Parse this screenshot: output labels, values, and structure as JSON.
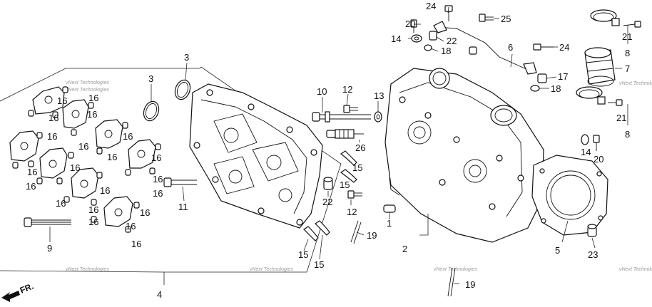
{
  "diagram": {
    "callouts": [
      {
        "id": "c24a",
        "label": "24"
      },
      {
        "id": "c25",
        "label": "25"
      },
      {
        "id": "c20a",
        "label": "20"
      },
      {
        "id": "c14a",
        "label": "14"
      },
      {
        "id": "c22a",
        "label": "22"
      },
      {
        "id": "c18a",
        "label": "18"
      },
      {
        "id": "c6",
        "label": "6"
      },
      {
        "id": "c24b",
        "label": "24"
      },
      {
        "id": "c17",
        "label": "17"
      },
      {
        "id": "c18b",
        "label": "18"
      },
      {
        "id": "c21a",
        "label": "21"
      },
      {
        "id": "c8a",
        "label": "8"
      },
      {
        "id": "c7",
        "label": "7"
      },
      {
        "id": "c21b",
        "label": "21"
      },
      {
        "id": "c8b",
        "label": "8"
      },
      {
        "id": "c14b",
        "label": "14"
      },
      {
        "id": "c20b",
        "label": "20"
      },
      {
        "id": "c3a",
        "label": "3"
      },
      {
        "id": "c3b",
        "label": "3"
      },
      {
        "id": "c10",
        "label": "10"
      },
      {
        "id": "c12a",
        "label": "12"
      },
      {
        "id": "c13",
        "label": "13"
      },
      {
        "id": "c26",
        "label": "26"
      },
      {
        "id": "c15a",
        "label": "15"
      },
      {
        "id": "c15b",
        "label": "15"
      },
      {
        "id": "c22b",
        "label": "22"
      },
      {
        "id": "c12b",
        "label": "12"
      },
      {
        "id": "c1",
        "label": "1"
      },
      {
        "id": "c2",
        "label": "2"
      },
      {
        "id": "c19a",
        "label": "19"
      },
      {
        "id": "c15c",
        "label": "15"
      },
      {
        "id": "c15d",
        "label": "15"
      },
      {
        "id": "c11",
        "label": "11"
      },
      {
        "id": "c9",
        "label": "9"
      },
      {
        "id": "c4",
        "label": "4"
      },
      {
        "id": "c19b",
        "label": "19"
      },
      {
        "id": "c5",
        "label": "5"
      },
      {
        "id": "c23",
        "label": "23"
      },
      {
        "id": "c16_1",
        "label": "16"
      },
      {
        "id": "c16_2",
        "label": "16"
      },
      {
        "id": "c16_3",
        "label": "16"
      },
      {
        "id": "c16_4",
        "label": "16"
      },
      {
        "id": "c16_5",
        "label": "16"
      },
      {
        "id": "c16_6",
        "label": "16"
      },
      {
        "id": "c16_7",
        "label": "16"
      },
      {
        "id": "c16_8",
        "label": "16"
      },
      {
        "id": "c16_9",
        "label": "16"
      },
      {
        "id": "c16_10",
        "label": "16"
      },
      {
        "id": "c16_11",
        "label": "16"
      },
      {
        "id": "c16_12",
        "label": "16"
      },
      {
        "id": "c16_13",
        "label": "16"
      },
      {
        "id": "c16_14",
        "label": "16"
      },
      {
        "id": "c16_15",
        "label": "16"
      },
      {
        "id": "c16_16",
        "label": "16"
      },
      {
        "id": "c16_17",
        "label": "16"
      },
      {
        "id": "c16_18",
        "label": "16"
      },
      {
        "id": "c16_19",
        "label": "16"
      },
      {
        "id": "c16_20",
        "label": "16"
      },
      {
        "id": "c16_21",
        "label": "16"
      }
    ],
    "front_indicator": "FR.",
    "watermark": "vNext Technologies"
  }
}
